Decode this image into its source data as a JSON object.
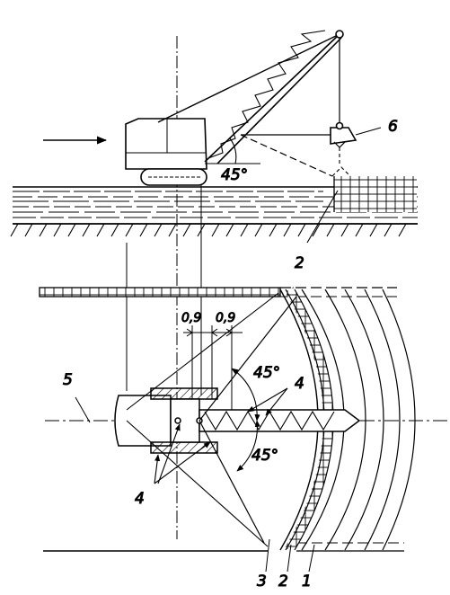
{
  "top_view": {
    "angle_label": "45°",
    "callout_6": "6",
    "callout_2": "2"
  },
  "plan_view": {
    "dim_left": "0,9",
    "dim_right": "0,9",
    "angle_upper": "45°",
    "angle_lower": "45°",
    "callout_4_right": "4",
    "callout_4_left": "4",
    "callout_5": "5",
    "callout_3": "3",
    "callout_2": "2",
    "callout_1": "1"
  }
}
